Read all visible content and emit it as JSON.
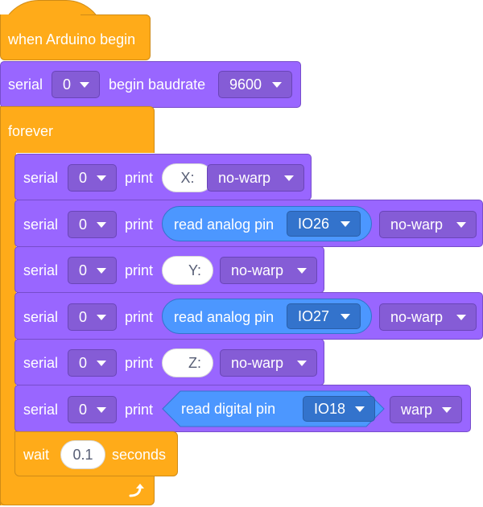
{
  "hat": {
    "label": "when Arduino begin"
  },
  "begin_block": {
    "label_serial": "serial",
    "port": "0",
    "label_begin": "begin baudrate",
    "baudrate": "9600"
  },
  "forever": {
    "label": "forever"
  },
  "print_blocks": [
    {
      "label_serial": "serial",
      "port": "0",
      "label_print": "print",
      "text": "X:",
      "mode": "no-warp"
    },
    {
      "label_serial": "serial",
      "port": "0",
      "label_print": "print",
      "reporter_label": "read analog pin",
      "pin": "IO26",
      "mode": "no-warp"
    },
    {
      "label_serial": "serial",
      "port": "0",
      "label_print": "print",
      "text": "Y:",
      "mode": "no-warp"
    },
    {
      "label_serial": "serial",
      "port": "0",
      "label_print": "print",
      "reporter_label": "read analog pin",
      "pin": "IO27",
      "mode": "no-warp"
    },
    {
      "label_serial": "serial",
      "port": "0",
      "label_print": "print",
      "text": "Z:",
      "mode": "no-warp"
    },
    {
      "label_serial": "serial",
      "port": "0",
      "label_print": "print",
      "reporter_label": "read digital pin",
      "pin": "IO18",
      "mode": "warp"
    }
  ],
  "wait_block": {
    "label_wait": "wait",
    "value": "0.1",
    "label_seconds": "seconds"
  },
  "colors": {
    "events": "#FFAB19",
    "control": "#FFAB19",
    "serial": "#9966FF",
    "sensing": "#4C97FF"
  },
  "icons": {
    "loop_arrow": "loop-arrow-icon",
    "dropdown": "caret-down-icon"
  }
}
